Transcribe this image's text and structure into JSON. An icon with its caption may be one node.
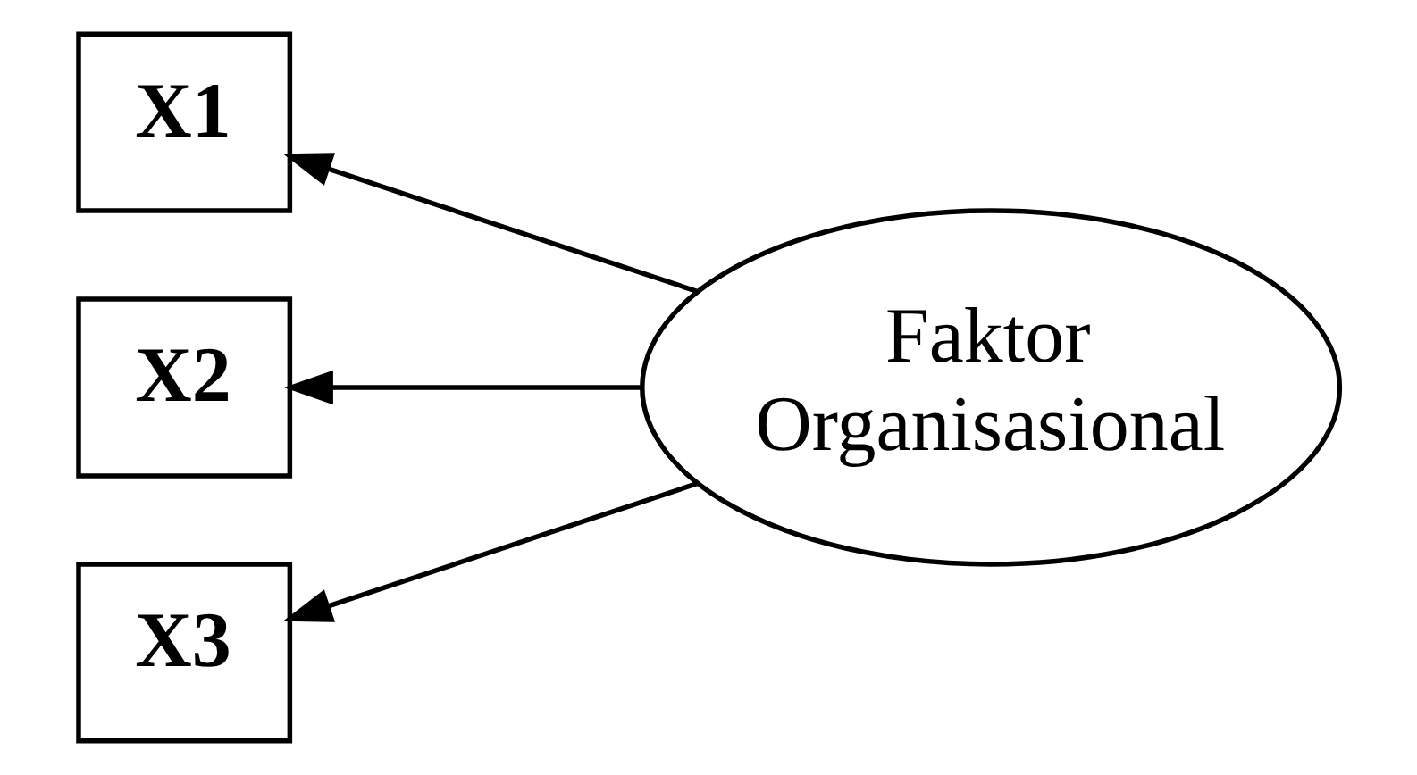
{
  "diagram": {
    "nodes": [
      {
        "text": [
          "X1"
        ]
      },
      {
        "text": [
          "X2"
        ]
      },
      {
        "text": [
          "X3"
        ]
      },
      {
        "text": [
          "Faktor Organisasional"
        ]
      }
    ],
    "edges": [
      {
        "from": 3,
        "to": 0,
        "arrow": "to"
      },
      {
        "from": 3,
        "to": 1,
        "arrow": "to"
      },
      {
        "from": 3,
        "to": 2,
        "arrow": "to"
      }
    ]
  }
}
